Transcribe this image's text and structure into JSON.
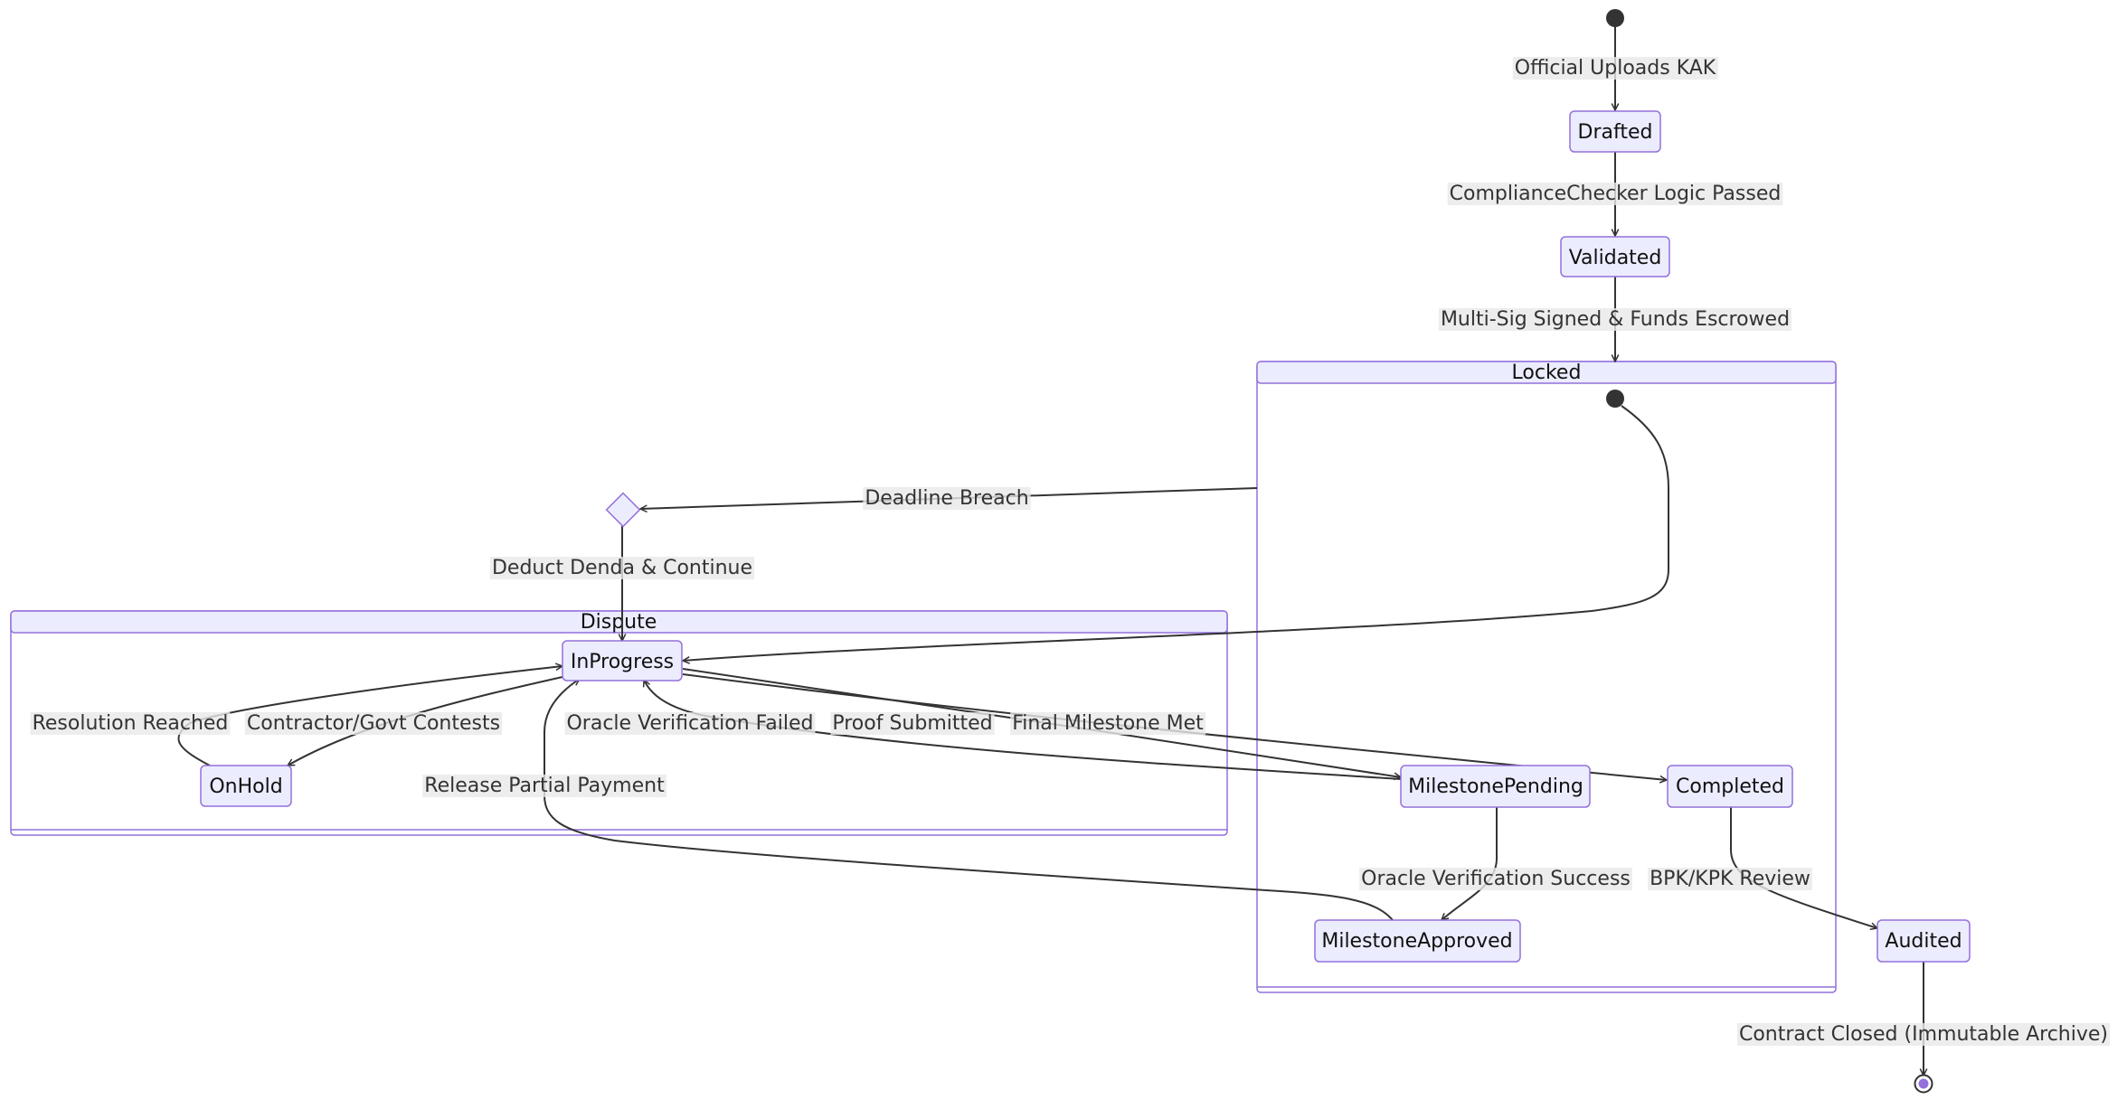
{
  "clusters": {
    "locked": "Locked",
    "dispute": "Dispute"
  },
  "states": {
    "drafted": "Drafted",
    "validated": "Validated",
    "in_progress": "InProgress",
    "on_hold": "OnHold",
    "milestone_pending": "MilestonePending",
    "completed": "Completed",
    "milestone_approved": "MilestoneApproved",
    "audited": "Audited"
  },
  "transitions": {
    "official_uploads": "Official Uploads KAK",
    "compliance_passed": "ComplianceChecker Logic Passed",
    "multisig_signed": "Multi-Sig Signed & Funds Escrowed",
    "deadline_breach": "Deadline Breach",
    "deduct_denda": "Deduct Denda & Continue",
    "resolution_reached": "Resolution Reached",
    "contractor_contests": "Contractor/Govt Contests",
    "oracle_failed": "Oracle Verification Failed",
    "proof_submitted": "Proof Submitted",
    "final_milestone": "Final Milestone Met",
    "release_partial": "Release Partial Payment",
    "oracle_success": "Oracle Verification Success",
    "bpk_review": "BPK/KPK Review",
    "contract_closed": "Contract Closed (Immutable Archive)"
  },
  "colors": {
    "state_fill": "#ECECFF",
    "state_stroke": "#9370DB",
    "edge": "#333333"
  }
}
